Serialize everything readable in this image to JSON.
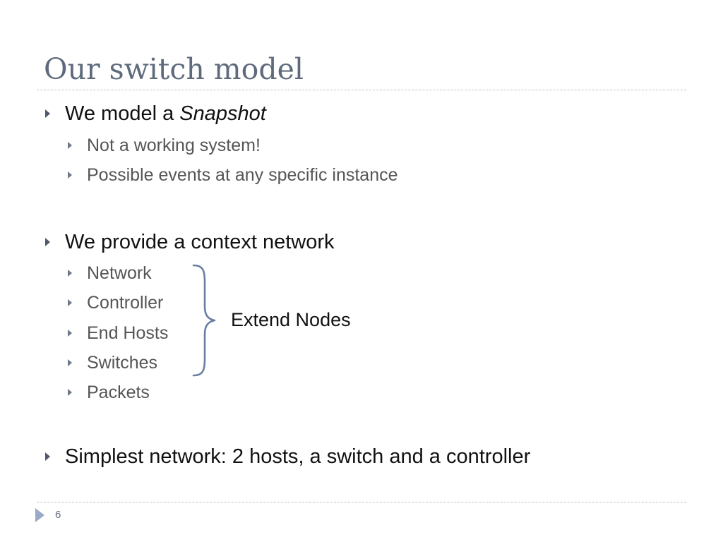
{
  "slide": {
    "title": "Our switch model",
    "page_number": "6"
  },
  "bullets": {
    "snapshot": {
      "prefix": "We model a ",
      "emphasis": "Snapshot",
      "sub": [
        "Not a working system!",
        "Possible events at any specific instance"
      ]
    },
    "context": {
      "text": "We provide a context network",
      "sub": [
        "Network",
        "Controller",
        "End Hosts",
        "Switches",
        "Packets"
      ],
      "brace_label": "Extend Nodes"
    },
    "simplest": {
      "text": "Simplest network: 2 hosts, a switch and a controller"
    }
  },
  "icons": {
    "bullet": "triangle-right-icon",
    "brace": "right-curly-brace-icon",
    "footer": "triangle-right-icon"
  },
  "colors": {
    "title": "#5f6b7d",
    "body": "#111111",
    "sub": "#555555",
    "brace": "#6a7ea3",
    "footer_arrow": "#9aa9c6"
  }
}
